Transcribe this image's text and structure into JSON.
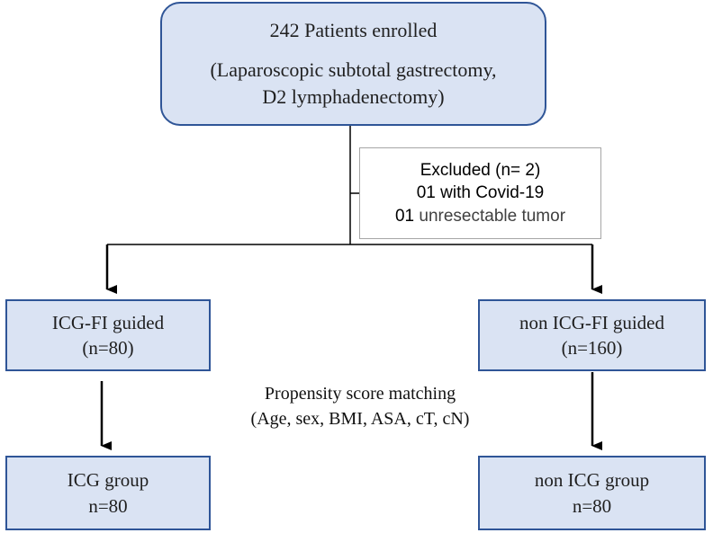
{
  "enrolled": {
    "line1": "242 Patients enrolled",
    "line2": "(Laparoscopic subtotal gastrectomy,",
    "line3": "D2 lymphadenectomy)"
  },
  "excluded": {
    "line1": "Excluded (n= 2)",
    "line2": "01 with Covid-19",
    "line3_prefix": "01 ",
    "line3_rest": "unresectable tumor"
  },
  "left_group": {
    "label": "ICG-FI guided",
    "count": "(n=80)"
  },
  "right_group": {
    "label": "non ICG-FI guided",
    "count": "(n=160)"
  },
  "matching": {
    "line1": "Propensity score matching",
    "line2": "(Age, sex, BMI, ASA, cT, cN)"
  },
  "left_final": {
    "label": "ICG group",
    "count": "n=80"
  },
  "right_final": {
    "label": "non ICG group",
    "count": "n=80"
  },
  "colors": {
    "box_fill": "#dae3f3",
    "box_border": "#2f5597",
    "connector": "#000000",
    "excluded_border": "#a6a6a6"
  }
}
